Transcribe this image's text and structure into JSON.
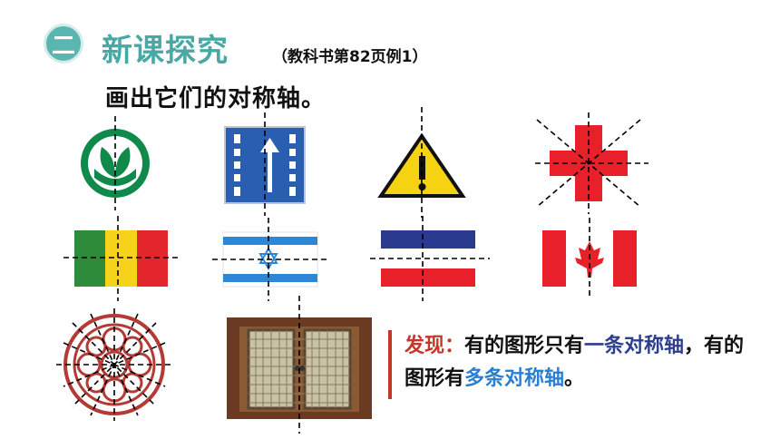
{
  "header": {
    "section_number": "二",
    "section_title": "新课探究",
    "textbook_ref": "（教科书第82页例1）"
  },
  "instruction": "画出它们的对称轴。",
  "finding": {
    "label": "发现：",
    "part1": "有的图形只有",
    "one_axis": "一条对称轴",
    "part2": "，有的图形有",
    "many_axes": "多条对称轴",
    "end": "。"
  },
  "colors": {
    "teal": "#4aa8a4",
    "red": "#c0392b",
    "navy": "#2c3e8f",
    "blue": "#2a7fd0",
    "green_logo": "#0f8a4b",
    "sign_blue": "#2a5eb0",
    "warning_yellow": "#f5d312"
  },
  "figures": [
    {
      "name": "green-food-logo",
      "axes": 1
    },
    {
      "name": "straight-ahead-road-sign",
      "axes": 1
    },
    {
      "name": "warning-triangle-sign",
      "axes": 1
    },
    {
      "name": "red-cross",
      "axes": 4
    },
    {
      "name": "tricolor-flag",
      "axes": 2
    },
    {
      "name": "israel-flag",
      "axes": 2
    },
    {
      "name": "striped-flag",
      "axes": 2
    },
    {
      "name": "canada-flag",
      "axes": 1
    },
    {
      "name": "rose-window",
      "axes": 8
    },
    {
      "name": "lattice-window",
      "axes": 1
    }
  ]
}
